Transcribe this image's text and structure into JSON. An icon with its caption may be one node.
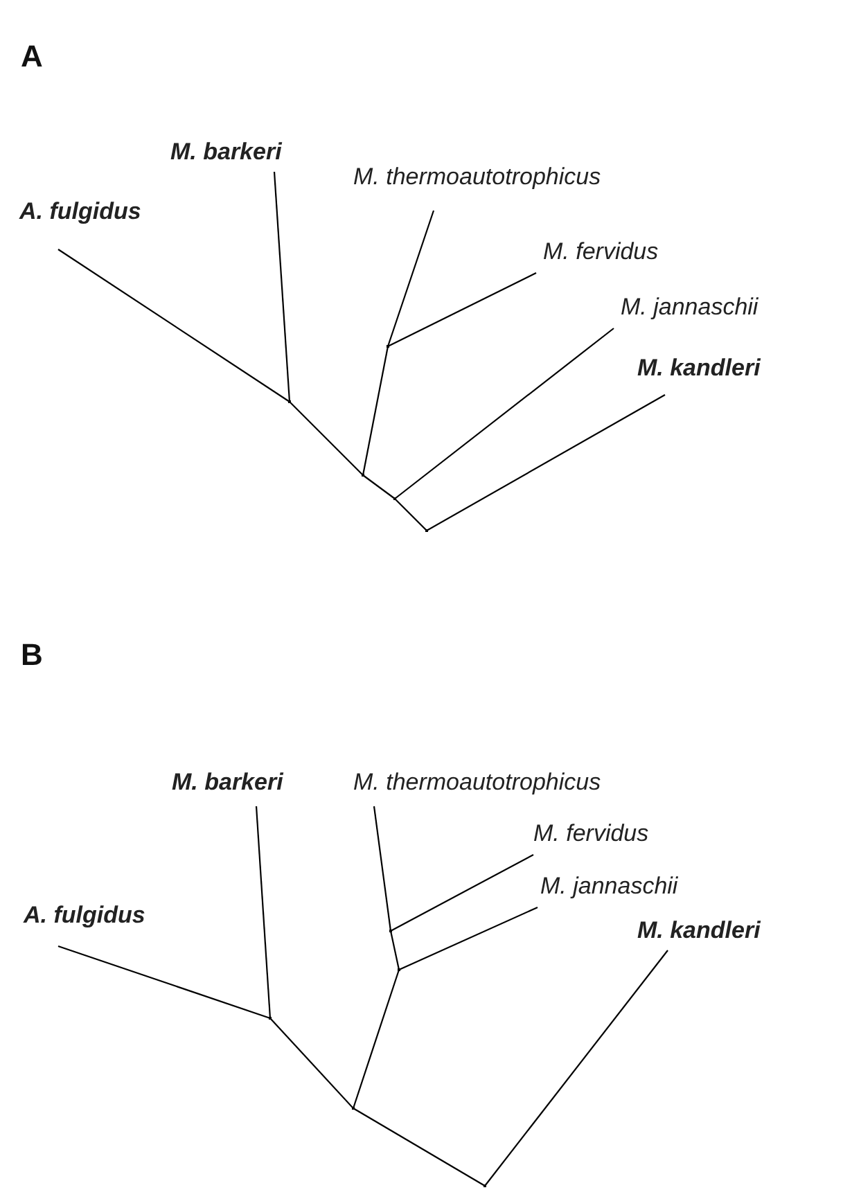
{
  "diagram": {
    "nodes": [
      {
        "text": [
          "A. fulgidus"
        ]
      },
      {
        "text": [
          "M. barkeri"
        ]
      },
      {
        "text": [
          "M. thermoautotrophicus"
        ]
      },
      {
        "text": [
          "M. fervidus"
        ]
      },
      {
        "text": [
          "M. jannaschii"
        ]
      },
      {
        "text": [
          "M. kandleri"
        ]
      },
      {
        "text": [],
        "shape": "point"
      },
      {
        "text": [],
        "shape": "point"
      },
      {
        "text": [],
        "shape": "point"
      },
      {
        "text": [],
        "shape": "point"
      },
      {
        "text": [],
        "shape": "point"
      },
      {
        "text": [
          "A. fulgidus"
        ]
      },
      {
        "text": [
          "M. barkeri"
        ]
      },
      {
        "text": [
          "M. thermoautotrophicus"
        ]
      },
      {
        "text": [
          "M. fervidus"
        ]
      },
      {
        "text": [
          "M. jannaschii"
        ]
      },
      {
        "text": [
          "M. kandleri"
        ]
      },
      {
        "text": [],
        "shape": "point"
      },
      {
        "text": [],
        "shape": "point"
      },
      {
        "text": [],
        "shape": "point"
      },
      {
        "text": [],
        "shape": "point"
      },
      {
        "text": [],
        "shape": "point"
      }
    ],
    "edges": [
      {
        "from": 0,
        "to": 9,
        "arrow": "none"
      },
      {
        "from": 1,
        "to": 9,
        "arrow": "none"
      },
      {
        "from": 9,
        "to": 8,
        "arrow": "none"
      },
      {
        "from": 2,
        "to": 10,
        "arrow": "none"
      },
      {
        "from": 3,
        "to": 10,
        "arrow": "none"
      },
      {
        "from": 10,
        "to": 8,
        "arrow": "none"
      },
      {
        "from": 8,
        "to": 7,
        "arrow": "none"
      },
      {
        "from": 4,
        "to": 7,
        "arrow": "none"
      },
      {
        "from": 7,
        "to": 6,
        "arrow": "none"
      },
      {
        "from": 5,
        "to": 6,
        "arrow": "none"
      },
      {
        "from": 11,
        "to": 19,
        "arrow": "none"
      },
      {
        "from": 12,
        "to": 19,
        "arrow": "none"
      },
      {
        "from": 19,
        "to": 18,
        "arrow": "none"
      },
      {
        "from": 13,
        "to": 21,
        "arrow": "none"
      },
      {
        "from": 14,
        "to": 21,
        "arrow": "none"
      },
      {
        "from": 21,
        "to": 20,
        "arrow": "none"
      },
      {
        "from": 15,
        "to": 20,
        "arrow": "none"
      },
      {
        "from": 20,
        "to": 18,
        "arrow": "none"
      },
      {
        "from": 18,
        "to": 17,
        "arrow": "none"
      },
      {
        "from": 16,
        "to": 17,
        "arrow": "none"
      }
    ],
    "labels": [
      "A",
      "B"
    ]
  }
}
